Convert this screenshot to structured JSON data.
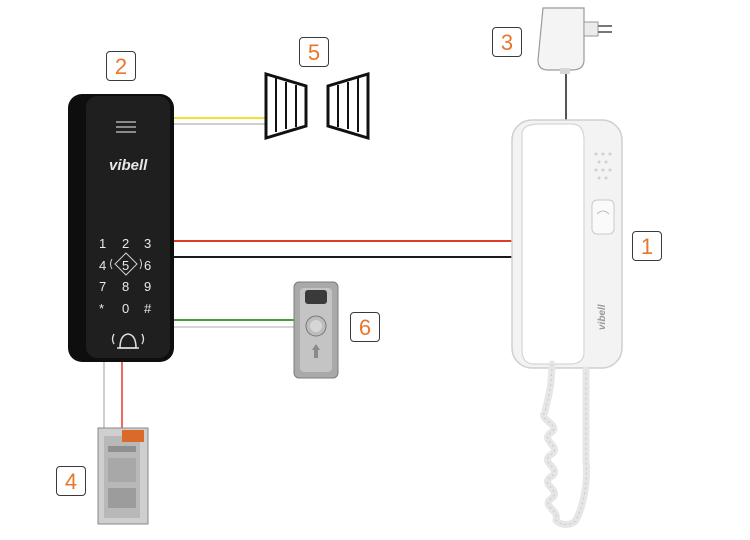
{
  "labels": {
    "handset": "1",
    "keypad_panel": "2",
    "power_adapter": "3",
    "door_strike": "4",
    "gate": "5",
    "exit_button": "6"
  },
  "panel": {
    "brand": "vibell",
    "keys": [
      "1",
      "2",
      "3",
      "4",
      "5",
      "6",
      "7",
      "8",
      "9",
      "*",
      "0",
      "#"
    ]
  },
  "handset": {
    "brand": "vibell"
  },
  "colors": {
    "badge_text": "#e8762b",
    "wire_red": "#e03a2a",
    "wire_black": "#1a1a1a",
    "wire_yellow": "#f2df3a",
    "wire_green": "#3aa43a",
    "panel_body": "#1b1b1b"
  }
}
